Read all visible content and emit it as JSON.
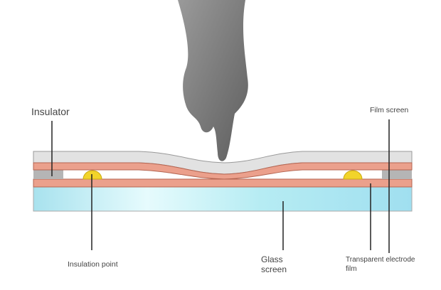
{
  "labels": {
    "insulator": "Insulator",
    "film_screen": "Film screen",
    "insulation_point": "Insulation point",
    "glass_screen_1": "Glass",
    "glass_screen_2": "screen",
    "electrode_1": "Transparent electrode",
    "electrode_2": "film"
  },
  "colors": {
    "film": "#e2e2e2",
    "electrode": "#eba08c",
    "insulator": "#b5b5b5",
    "dot": "#f2d42a",
    "glass": "#aee6f0",
    "hand": "#7a7a7a"
  }
}
